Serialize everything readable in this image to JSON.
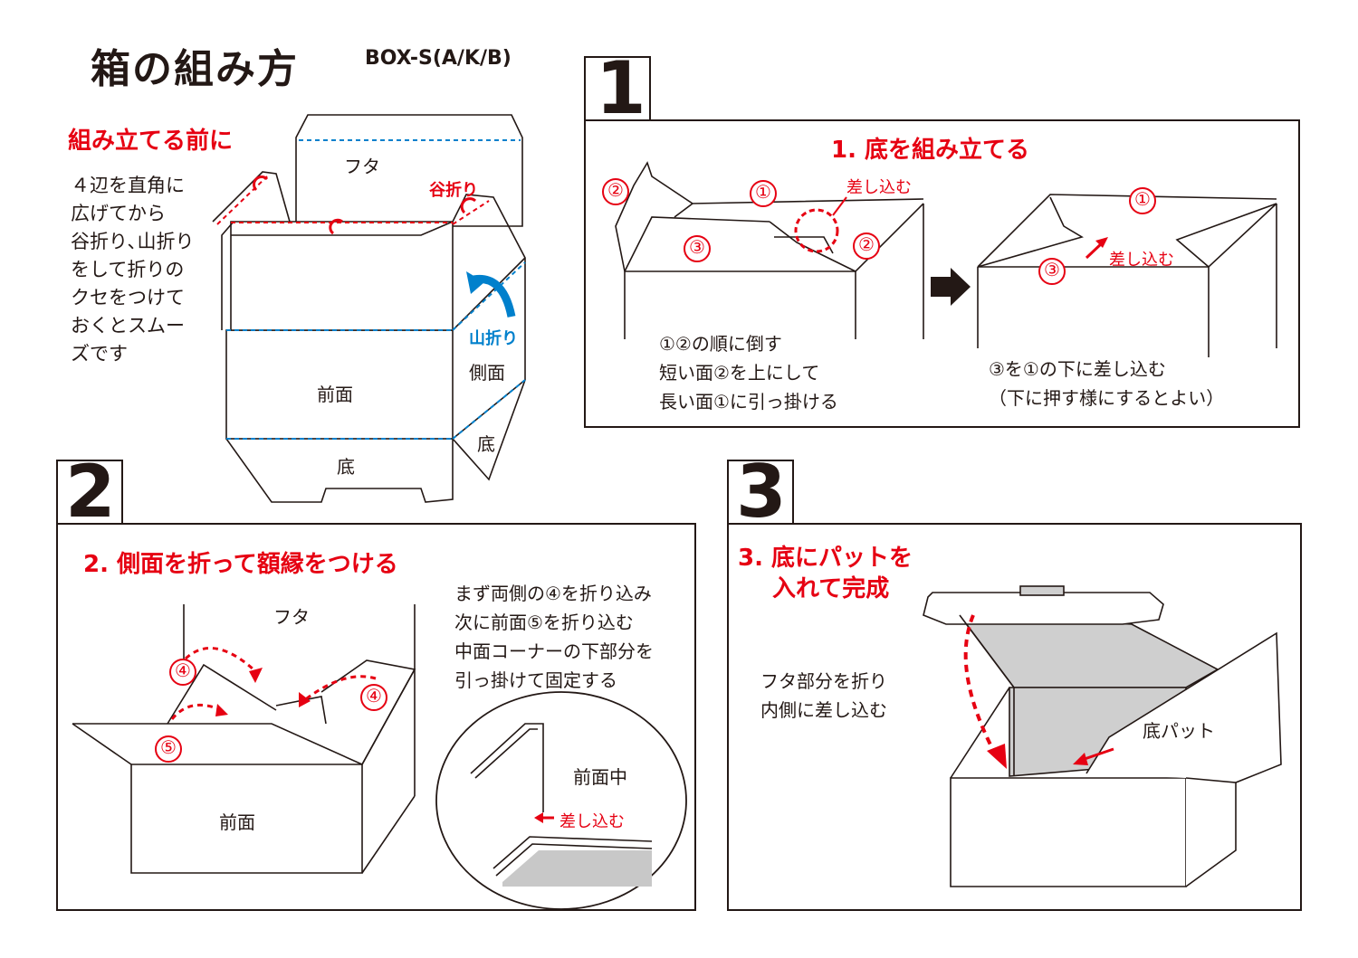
{
  "header": {
    "title": "箱の組み方",
    "model": "BOX-S(A/K/B)"
  },
  "intro": {
    "heading": "組み立てる前に",
    "lines": [
      "４辺を直角に",
      "広げてから",
      "谷折り､山折り",
      "をして折りの",
      "クセをつけて",
      "おくとスムー",
      "ズです"
    ],
    "labels": {
      "futa": "フタ",
      "tani": "谷折り",
      "yama": "山折り",
      "sokumen": "側面",
      "zenmen": "前面",
      "soko1": "底",
      "soko2": "底"
    }
  },
  "step1": {
    "number": "1",
    "heading": "1. 底を組み立てる",
    "left_note": [
      "①②の順に倒す",
      "短い面②を上にして",
      "長い面①に引っ掛ける"
    ],
    "right_note": [
      "③を①の下に差し込む",
      "（下に押す様にするとよい）"
    ],
    "labels": {
      "sashikomu": "差し込む",
      "n1": "①",
      "n2": "②",
      "n3": "③"
    }
  },
  "step2": {
    "number": "2",
    "heading": "2. 側面を折って額縁をつける",
    "note": [
      "まず両側の④を折り込み",
      "次に前面⑤を折り込む",
      "中面コーナーの下部分を",
      "引っ掛けて固定する"
    ],
    "labels": {
      "futa": "フタ",
      "zenmen": "前面",
      "zenmen_naka": "前面中",
      "sashikomu": "差し込む",
      "n4": "④",
      "n5": "⑤"
    }
  },
  "step3": {
    "number": "3",
    "heading": [
      "3. 底にパットを",
      "入れて完成"
    ],
    "note": [
      "フタ部分を折り",
      "内側に差し込む"
    ],
    "labels": {
      "pad": "底パット"
    }
  },
  "colors": {
    "red": "#e60012",
    "blue": "#0080cc",
    "line": "#231815",
    "gray": "#cfcfcf"
  }
}
